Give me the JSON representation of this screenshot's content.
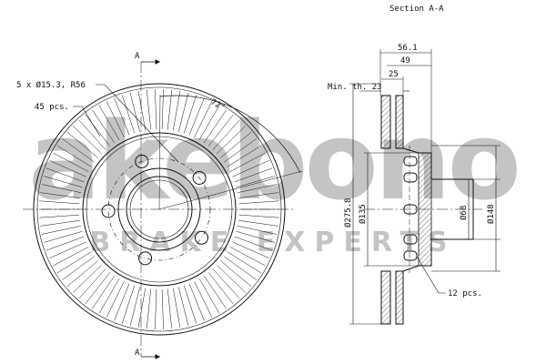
{
  "section_title": "Section A-A",
  "section_marks": {
    "top": "A",
    "bottom": "A"
  },
  "bolt_label": "5 x Ø15.3, R56",
  "vane_label": "45 pcs.",
  "angle_label": "72°",
  "min_thickness": "Min. th. 23",
  "dims": {
    "width_total": "56.1",
    "width_mid": "49",
    "width_disc": "25",
    "dia_outer": "Ø275.8",
    "dia_hat": "Ø135",
    "dia_bore": "Ø68",
    "dia_mount": "Ø148"
  },
  "holes_label": "12 pcs.",
  "watermark": {
    "brand": "akebono",
    "tagline": "BRAKE EXPERTS"
  },
  "colors": {
    "line": "#111111",
    "watermark": "#c4c4c4",
    "background": "#ffffff"
  }
}
